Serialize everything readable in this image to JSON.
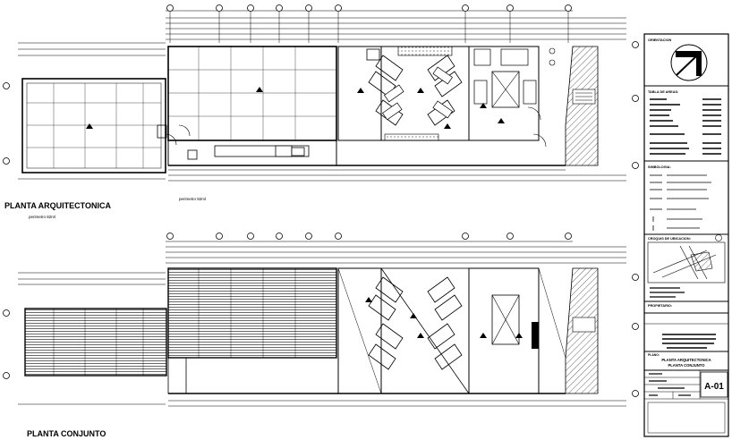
{
  "drawings": {
    "top_title": "PLANTA ARQUITECTONICA",
    "top_subtitle": "perimetro 82ml",
    "top_note": "perimetro 82ml",
    "bottom_title": "PLANTA CONJUNTO"
  },
  "title_block": {
    "orientation_label": "ORIENTACION",
    "areas_label": "TABLA DE AREAS:",
    "simbology_label": "SIMBOLOGIA:",
    "location_label": "CROQUIS DE UBICACION:",
    "owner_label": "PROPIETARIO:",
    "plan_label": "PLANO:",
    "plan_name_1": "PLANTA ARQUITECTONICA",
    "plan_name_2": "PLANTA CONJUNTO",
    "sheet_code": "A-01"
  },
  "colors": {
    "ink": "#000000",
    "paper": "#ffffff",
    "hatch": "#888888"
  }
}
